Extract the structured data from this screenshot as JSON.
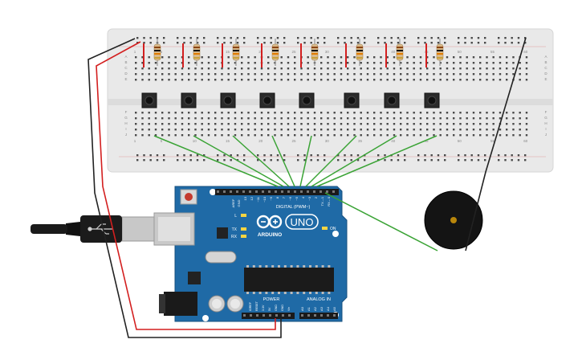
{
  "breadboard": {
    "column_labels": [
      "1",
      "5",
      "10",
      "15",
      "20",
      "25",
      "30",
      "35",
      "40",
      "45",
      "50",
      "55",
      "60"
    ],
    "row_labels_top": [
      "A",
      "B",
      "C",
      "D",
      "E"
    ],
    "row_labels_bottom": [
      "F",
      "G",
      "H",
      "I",
      "J"
    ],
    "button_count": 8,
    "resistor_count": 8
  },
  "arduino": {
    "brand": "ARDUINO",
    "model": "UNO",
    "header_digital": "DIGITAL (PWM~)",
    "header_power": "POWER",
    "header_analog": "ANALOG IN",
    "label_aref": "AREF",
    "label_gnd": "GND",
    "label_tx": "TX",
    "label_rx": "RX",
    "label_l": "L",
    "label_on": "ON",
    "digital_pins": [
      "13",
      "12",
      "~11",
      "~10",
      "~9",
      "8",
      "7",
      "~6",
      "~5",
      "4",
      "~3",
      "2",
      "TX→1",
      "RX←0"
    ],
    "power_pins": [
      "IOREF",
      "RESET",
      "3.3V",
      "5V",
      "GND",
      "GND",
      "Vin"
    ],
    "analog_pins": [
      "A0",
      "A1",
      "A2",
      "A3",
      "A4",
      "A5"
    ]
  },
  "colors": {
    "board_blue": "#1f6aa6",
    "breadboard": "#ebebeb",
    "wire_green": "#3aa335",
    "wire_red": "#d31f1f",
    "wire_black": "#222222"
  },
  "icons": {
    "usb": "usb-icon",
    "arduino_logo": "arduino-infinity-icon"
  }
}
